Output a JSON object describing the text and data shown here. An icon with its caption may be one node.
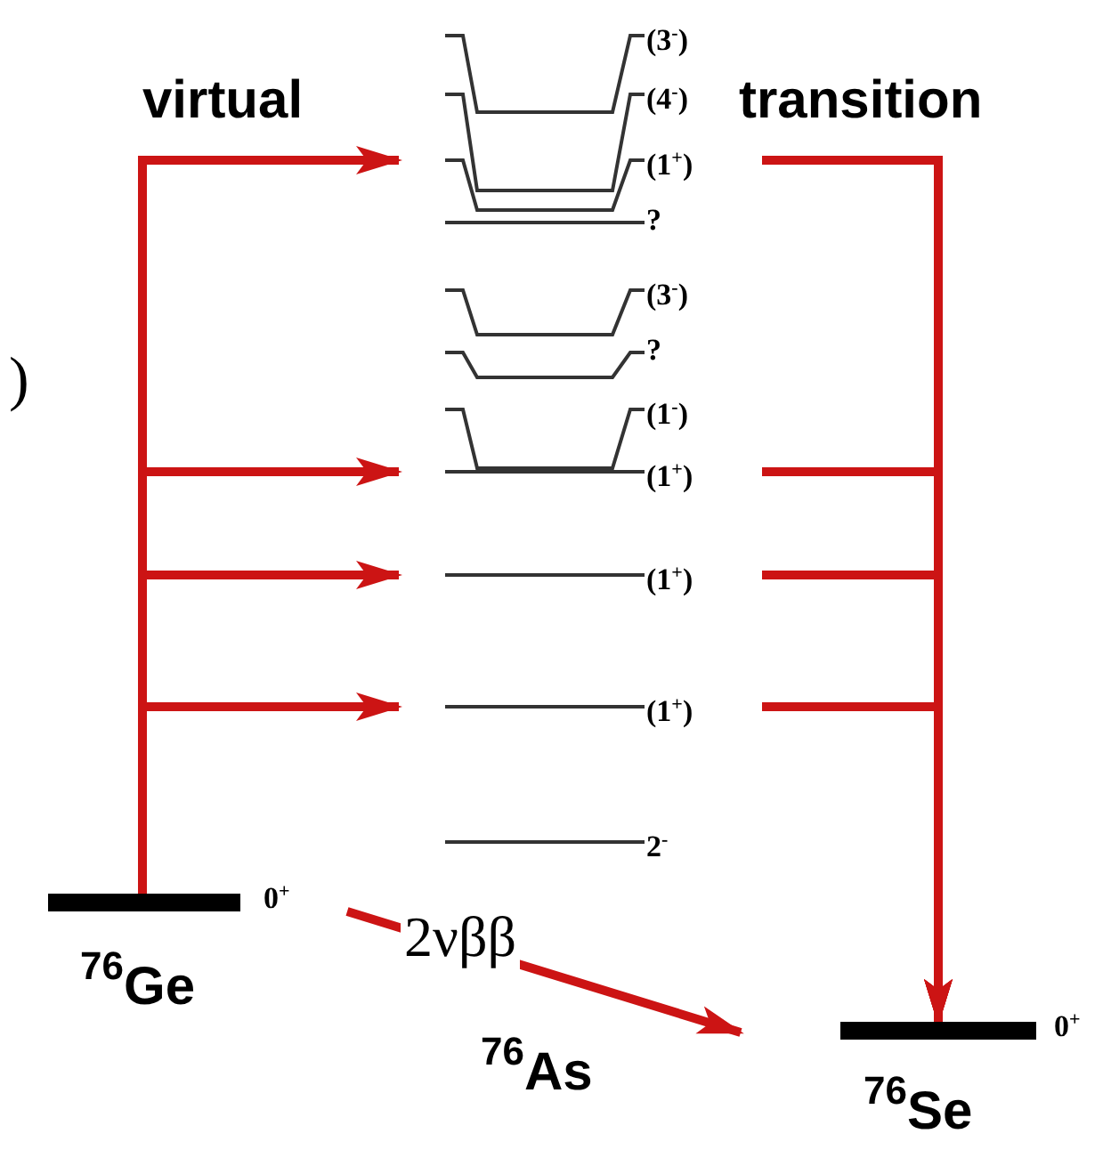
{
  "diagram": {
    "nodes": [
      {
        "text": [],
        "shape": "bar",
        "beside": [
          "(3$^{-}$)"
        ]
      },
      {
        "text": [],
        "shape": "bar",
        "beside": [
          "(4$^{-}$)"
        ]
      },
      {
        "text": [],
        "shape": "bar",
        "beside": [
          "(1$^{+}$)"
        ]
      },
      {
        "text": [],
        "shape": "bar",
        "beside": [
          "?"
        ]
      },
      {
        "text": [],
        "shape": "bar",
        "beside": [
          "(3$^{-}$)"
        ]
      },
      {
        "text": [],
        "shape": "bar",
        "beside": [
          "?"
        ]
      },
      {
        "text": [],
        "shape": "bar",
        "beside": [
          "(1$^{-}$)"
        ]
      },
      {
        "text": [],
        "shape": "bar",
        "beside": [
          "(1$^{+}$)"
        ]
      },
      {
        "text": [],
        "shape": "bar",
        "beside": [
          "(1$^{+}$)"
        ]
      },
      {
        "text": [],
        "shape": "bar",
        "beside": [
          "(1$^{+}$)"
        ]
      },
      {
        "text": [],
        "shape": "bar",
        "beside": [
          "2$^{-}$"
        ]
      },
      {
        "text": [],
        "shape": "bar",
        "beside": [
          "0$^{+}$",
          "$^{76}$Ge"
        ]
      },
      {
        "text": [],
        "shape": "bar",
        "beside": [
          "0$^{+}$",
          "$^{76}$Se"
        ]
      }
    ],
    "edges": [
      {
        "from": 11,
        "to": 2,
        "arrow": "to"
      },
      {
        "from": 11,
        "to": 7,
        "arrow": "to"
      },
      {
        "from": 11,
        "to": 8,
        "arrow": "to"
      },
      {
        "from": 11,
        "to": 9,
        "arrow": "to"
      },
      {
        "from": 2,
        "to": 12,
        "arrow": "to"
      },
      {
        "from": 7,
        "to": 12,
        "arrow": "to"
      },
      {
        "from": 8,
        "to": 12,
        "arrow": "to"
      },
      {
        "from": 9,
        "to": 12,
        "arrow": "to"
      },
      {
        "from": 11,
        "to": 12,
        "arrow": "to",
        "label": "2νββ"
      }
    ],
    "labels": [
      "virtual",
      "transition",
      ")",
      "$^{76}$As"
    ]
  }
}
